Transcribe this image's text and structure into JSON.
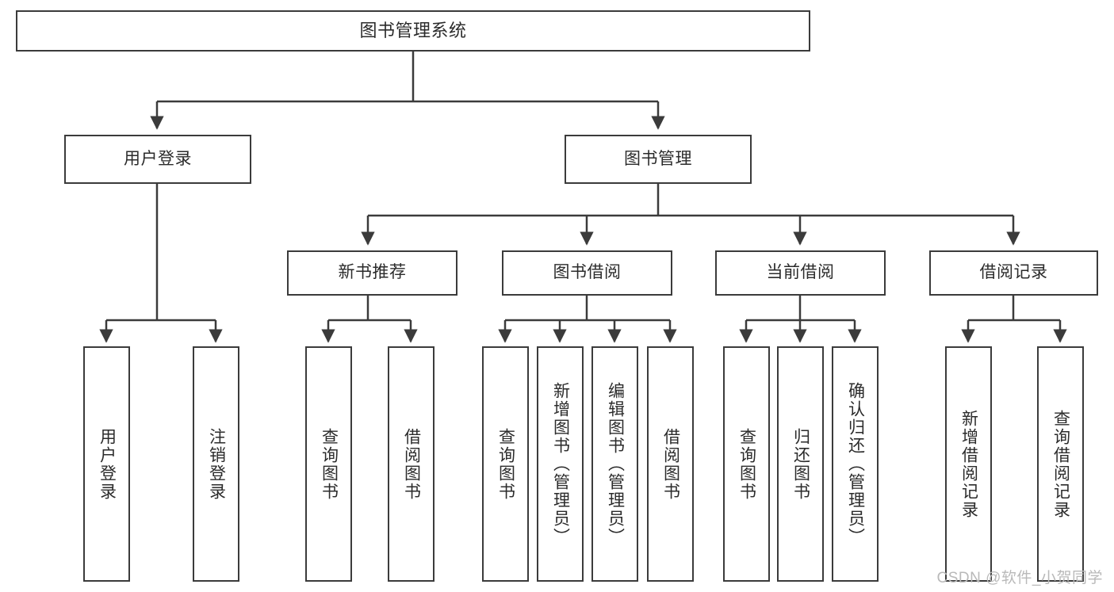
{
  "diagram": {
    "title": "图书管理系统",
    "type": "tree-hierarchy-diagram",
    "colors": {
      "box_border": "#3b3b3b",
      "box_fill": "#ffffff",
      "connector": "#3b3b3b",
      "text": "#2b2b2b",
      "watermark": "#b9b9b9",
      "background": "#ffffff"
    },
    "root": {
      "label": "图书管理系统"
    },
    "level2": [
      {
        "label": "用户登录"
      },
      {
        "label": "图书管理"
      }
    ],
    "level3": [
      {
        "label": "新书推荐"
      },
      {
        "label": "图书借阅"
      },
      {
        "label": "当前借阅"
      },
      {
        "label": "借阅记录"
      }
    ],
    "leaves": {
      "user_login": [
        {
          "label": "用户登录"
        },
        {
          "label": "注销登录"
        }
      ],
      "new_book_recommend": [
        {
          "label": "查询图书"
        },
        {
          "label": "借阅图书"
        }
      ],
      "book_borrow": [
        {
          "label": "查询图书"
        },
        {
          "label": "新增图书（管理员）"
        },
        {
          "label": "编辑图书（管理员）"
        },
        {
          "label": "借阅图书"
        }
      ],
      "current_borrow": [
        {
          "label": "查询图书"
        },
        {
          "label": "归还图书"
        },
        {
          "label": "确认归还（管理员）"
        }
      ],
      "borrow_records": [
        {
          "label": "新增借阅记录"
        },
        {
          "label": "查询借阅记录"
        }
      ]
    }
  },
  "watermark": {
    "text": "CSDN @软件_小贺同学"
  }
}
